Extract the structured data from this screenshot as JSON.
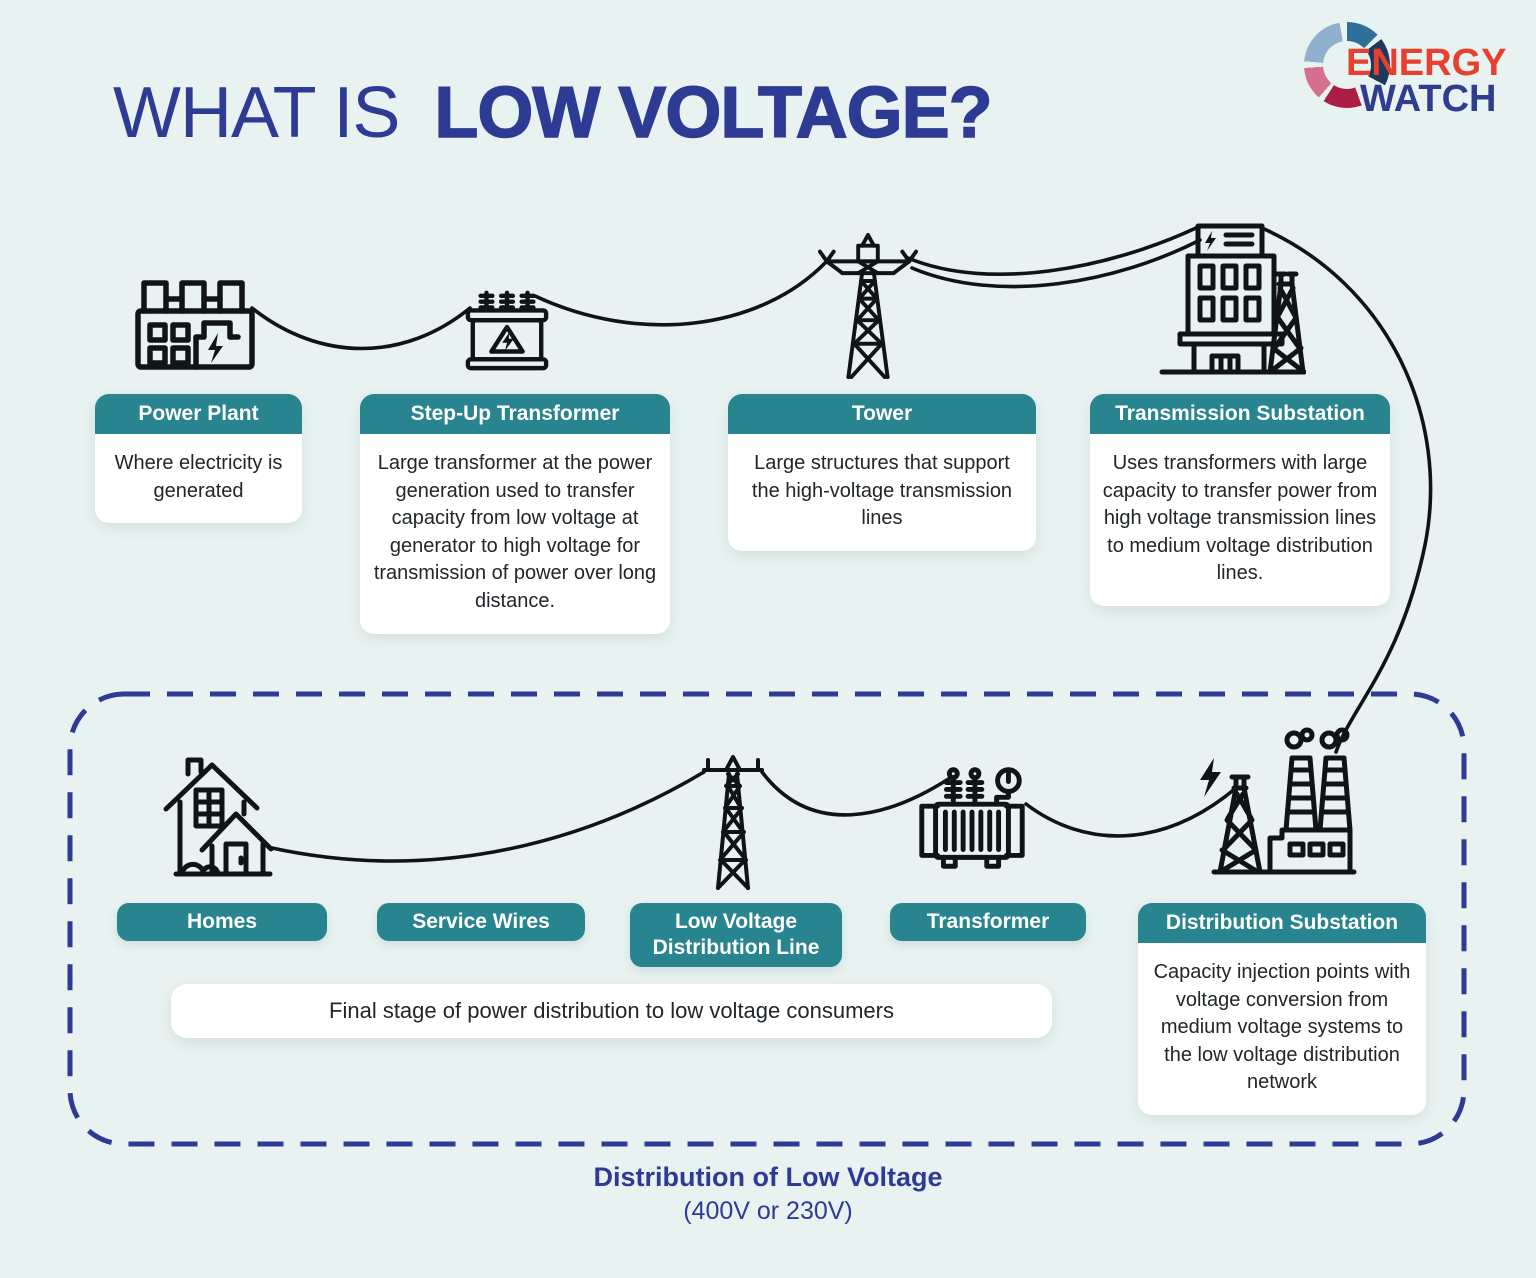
{
  "header": {
    "title_regular": "WHAT IS",
    "title_bold": "LOW VOLTAGE?"
  },
  "logo": {
    "line1": "ENERGY",
    "line2": "WATCH"
  },
  "top_stages": [
    {
      "id": "power-plant",
      "label": "Power Plant",
      "description": "Where electricity is generated"
    },
    {
      "id": "step-up-transformer",
      "label": "Step-Up Transformer",
      "description": "Large transformer at the power generation used to transfer capacity from low voltage at generator to high voltage for transmission of power over long distance."
    },
    {
      "id": "tower",
      "label": "Tower",
      "description": "Large structures that support the high-voltage transmission lines"
    },
    {
      "id": "transmission-substation",
      "label": "Transmission Substation",
      "description": "Uses transformers with large capacity to transfer power from high voltage transmission lines to medium voltage distribution lines."
    }
  ],
  "bottom_stages": [
    {
      "id": "homes",
      "label": "Homes"
    },
    {
      "id": "service-wires",
      "label": "Service Wires"
    },
    {
      "id": "lv-distribution-line",
      "label": "Low Voltage Distribution Line"
    },
    {
      "id": "transformer",
      "label": "Transformer"
    },
    {
      "id": "distribution-substation",
      "label": "Distribution Substation",
      "description": "Capacity injection points with voltage conversion from medium voltage systems to the low voltage distribution network"
    }
  ],
  "bottom_caption": "Final stage of power distribution to low voltage consumers",
  "footer": {
    "bold": "Distribution of Low Voltage",
    "sub": "(400V or 230V)"
  },
  "icons": [
    "power-plant-icon",
    "step-up-transformer-icon",
    "transmission-tower-icon",
    "transmission-substation-icon",
    "homes-icon",
    "lv-distribution-line-icon",
    "transformer-icon",
    "distribution-substation-icon",
    "energy-watch-ring-icon"
  ],
  "colors": {
    "background": "#e8f3f1",
    "teal": "#28848e",
    "navy": "#2e3b94",
    "logo_red": "#e8402f",
    "line_art": "#101417"
  }
}
